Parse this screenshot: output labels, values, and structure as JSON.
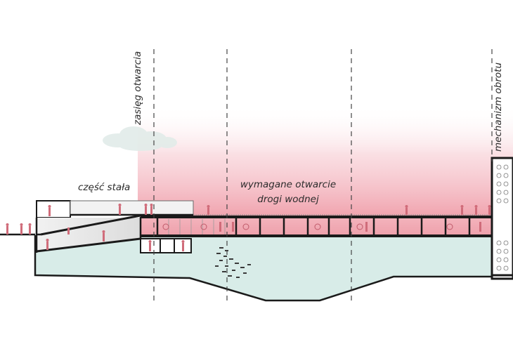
{
  "labels": {
    "opening_range": "zasięg otwarcia",
    "fixed_part": "część stała",
    "required_opening_line1": "wymagane otwarcie",
    "required_opening_line2": "drogi wodnej",
    "rotation_mechanism": "mechanizm obrotu"
  },
  "colors": {
    "water": "#d8ece8",
    "structure": "#1a1a1a",
    "people": "#d06c7a",
    "sky_gradient_bottom": "#f0a0aa",
    "cloud": "#e2ece9"
  }
}
